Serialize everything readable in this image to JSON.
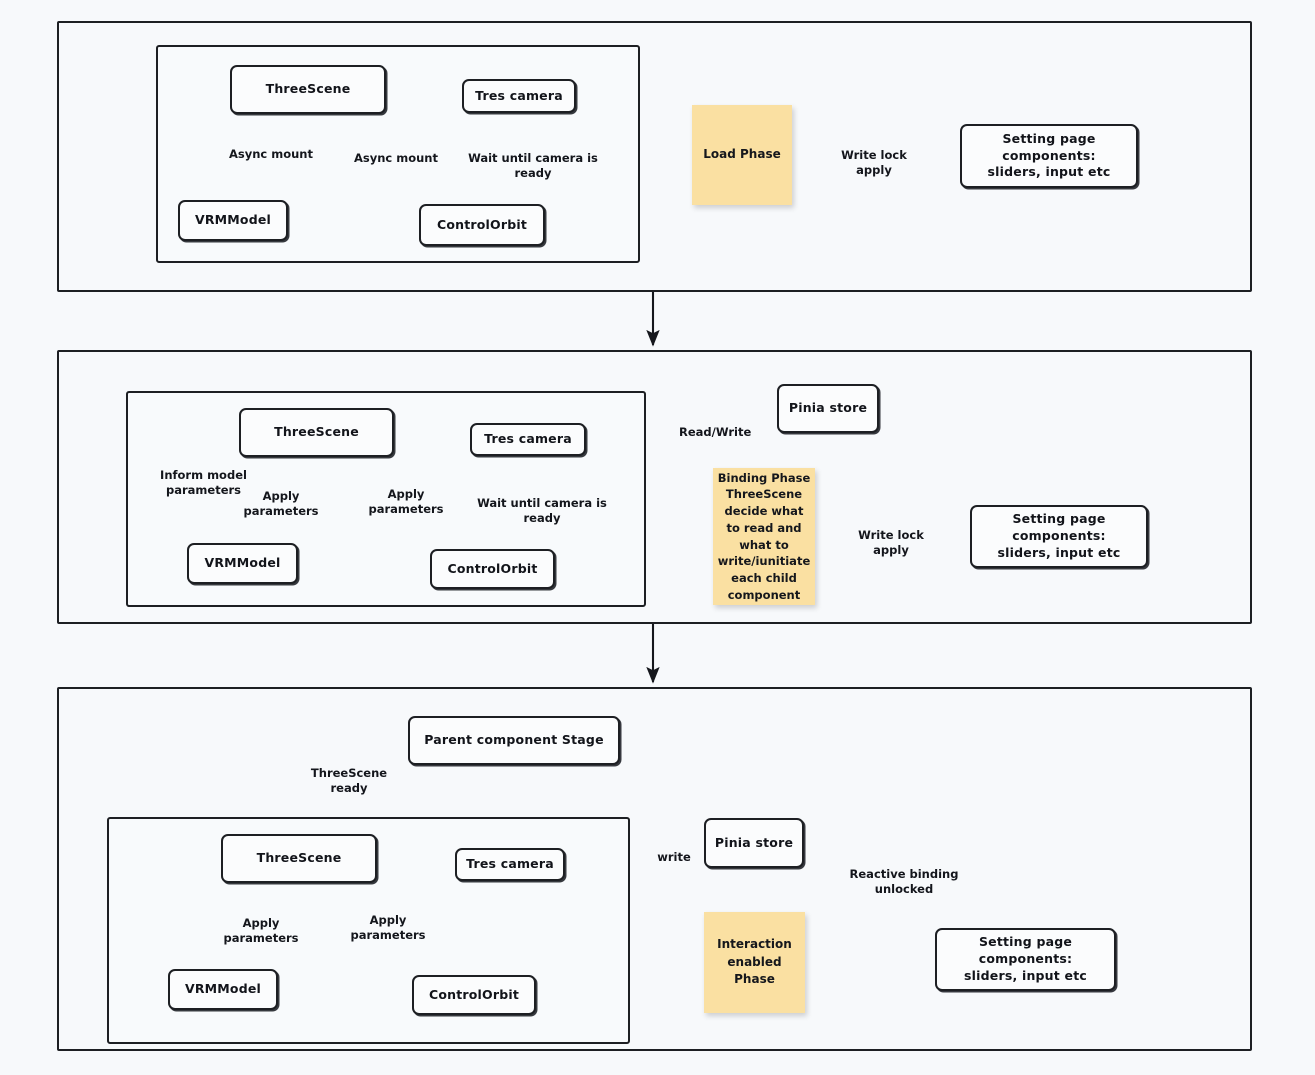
{
  "diagram": {
    "title": "Three-phase component lifecycle diagram",
    "background_color": "#F7F9FB",
    "sticky_color": "#FAE0A2",
    "stroke_color": "#1d1f23"
  },
  "phase1": {
    "nodes": {
      "threescene": "ThreeScene",
      "tres_camera": "Tres camera",
      "vrmmodel": "VRMModel",
      "controlorbit": "ControlOrbit",
      "settings": "Setting page components:\nsliders, input etc"
    },
    "sticky": "Load Phase",
    "labels": {
      "async_mount_left": "Async mount",
      "async_mount_right": "Async mount",
      "wait_camera": "Wait until camera is ready",
      "write_lock": "Write lock apply"
    }
  },
  "phase2": {
    "nodes": {
      "threescene": "ThreeScene",
      "tres_camera": "Tres camera",
      "vrmmodel": "VRMModel",
      "controlorbit": "ControlOrbit",
      "pinia_store": "Pinia store",
      "settings": "Setting page components:\nsliders, input etc"
    },
    "sticky": "Binding Phase\nThreeScene\ndecide what\nto read and\nwhat to\nwrite/iunitiate\neach child\ncomponent",
    "labels": {
      "inform_model": "Inform model parameters",
      "apply_left": "Apply parameters",
      "apply_right": "Apply\nparameters",
      "wait_camera": "Wait until camera is ready",
      "read_write": "Read/Write",
      "write_lock": "Write lock apply"
    }
  },
  "phase3": {
    "nodes": {
      "parent_stage": "Parent component Stage",
      "threescene": "ThreeScene",
      "tres_camera": "Tres camera",
      "vrmmodel": "VRMModel",
      "controlorbit": "ControlOrbit",
      "pinia_store": "Pinia store",
      "settings": "Setting page components:\nsliders, input etc"
    },
    "sticky": "Interaction\nenabled Phase",
    "labels": {
      "threescene_ready": "ThreeScene\nready",
      "apply_left": "Apply parameters",
      "apply_right": "Apply\nparameters",
      "write": "write",
      "reactive_binding": "Reactive binding unlocked"
    }
  }
}
